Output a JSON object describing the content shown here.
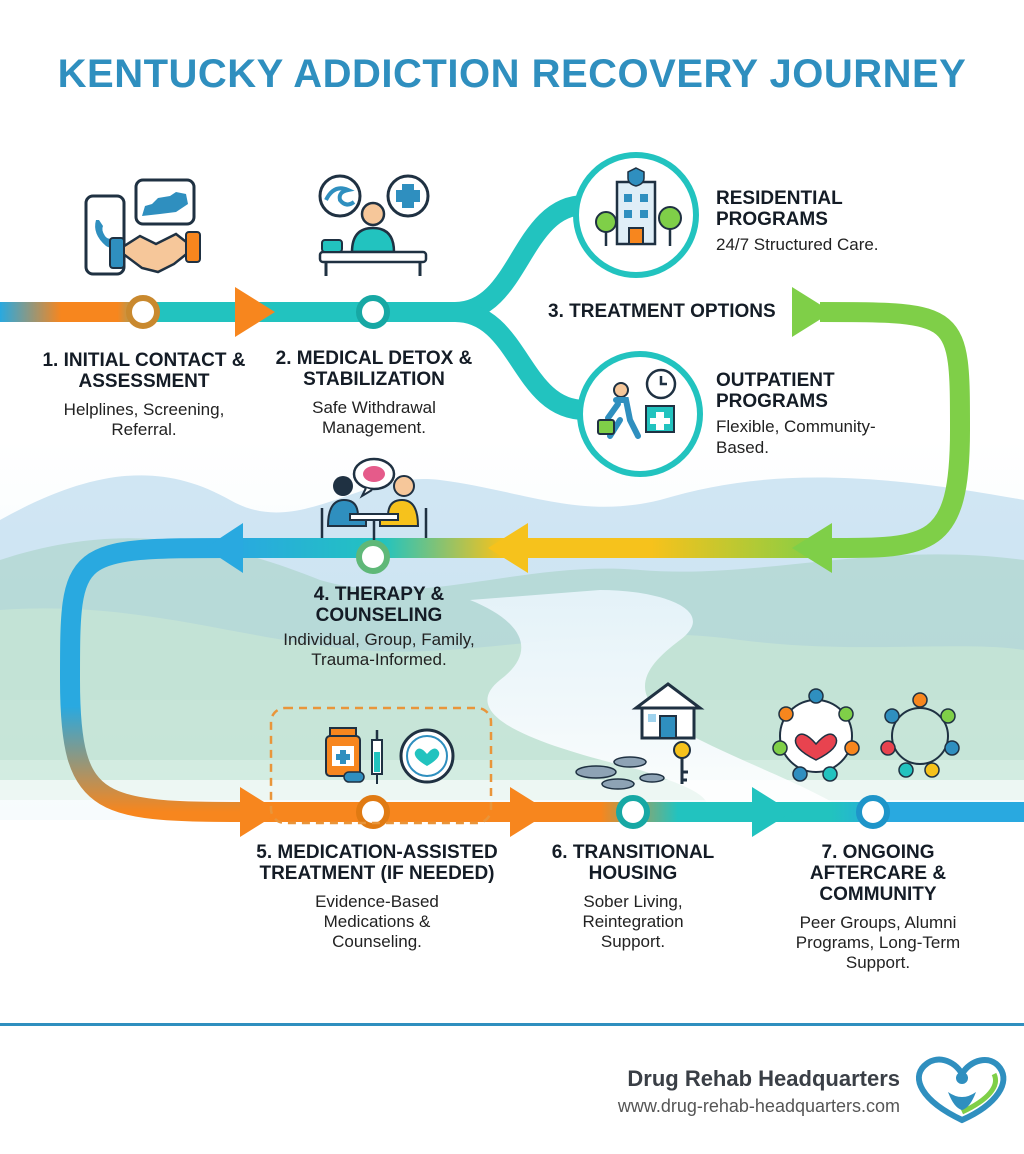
{
  "title": "KENTUCKY ADDICTION RECOVERY JOURNEY",
  "stages": [
    {
      "heading": "1. INITIAL CONTACT & ASSESSMENT",
      "description": "Helplines, Screening, Referral."
    },
    {
      "heading": "2. MEDICAL DETOX & STABILIZATION",
      "description": "Safe Withdrawal Management."
    },
    {
      "heading": "3. TREATMENT OPTIONS",
      "description": ""
    },
    {
      "heading": "4. THERAPY & COUNSELING",
      "description": "Individual, Group, Family, Trauma-Informed."
    },
    {
      "heading": "5. MEDICATION-ASSISTED TREATMENT (IF NEEDED)",
      "description": "Evidence-Based Medications & Counseling."
    },
    {
      "heading": "6. TRANSITIONAL HOUSING",
      "description": "Sober Living, Reintegration Support."
    },
    {
      "heading": "7. ONGOING AFTERCARE & COMMUNITY",
      "description": "Peer Groups, Alumni Programs, Long-Term Support."
    }
  ],
  "treatment_options": [
    {
      "heading": "RESIDENTIAL PROGRAMS",
      "description": "24/7 Structured Care."
    },
    {
      "heading": "OUTPATIENT PROGRAMS",
      "description": "Flexible, Community-Based."
    }
  ],
  "footer": {
    "brand": "Drug Rehab Headquarters",
    "url": "www.drug-rehab-headquarters.com"
  },
  "colors": {
    "title": "#2f8fbf",
    "blue": "#29a9e0",
    "teal": "#22c3bf",
    "orange": "#f7861e",
    "green": "#7fcf48",
    "yellow": "#f6c21c",
    "ink": "#141c26"
  },
  "icons": [
    "phone-icon",
    "kentucky-map-icon",
    "handshake-icon",
    "water-wave-icon",
    "medical-cross-icon",
    "patient-bed-icon",
    "residential-building-icon",
    "outpatient-walking-icon",
    "clock-icon",
    "counseling-session-icon",
    "brain-icon",
    "medication-bottle-icon",
    "syringe-icon",
    "caring-hands-icon",
    "house-icon",
    "key-icon",
    "stepping-stones-icon",
    "community-circle-icon",
    "support-group-icon",
    "logo-heart-icon"
  ]
}
